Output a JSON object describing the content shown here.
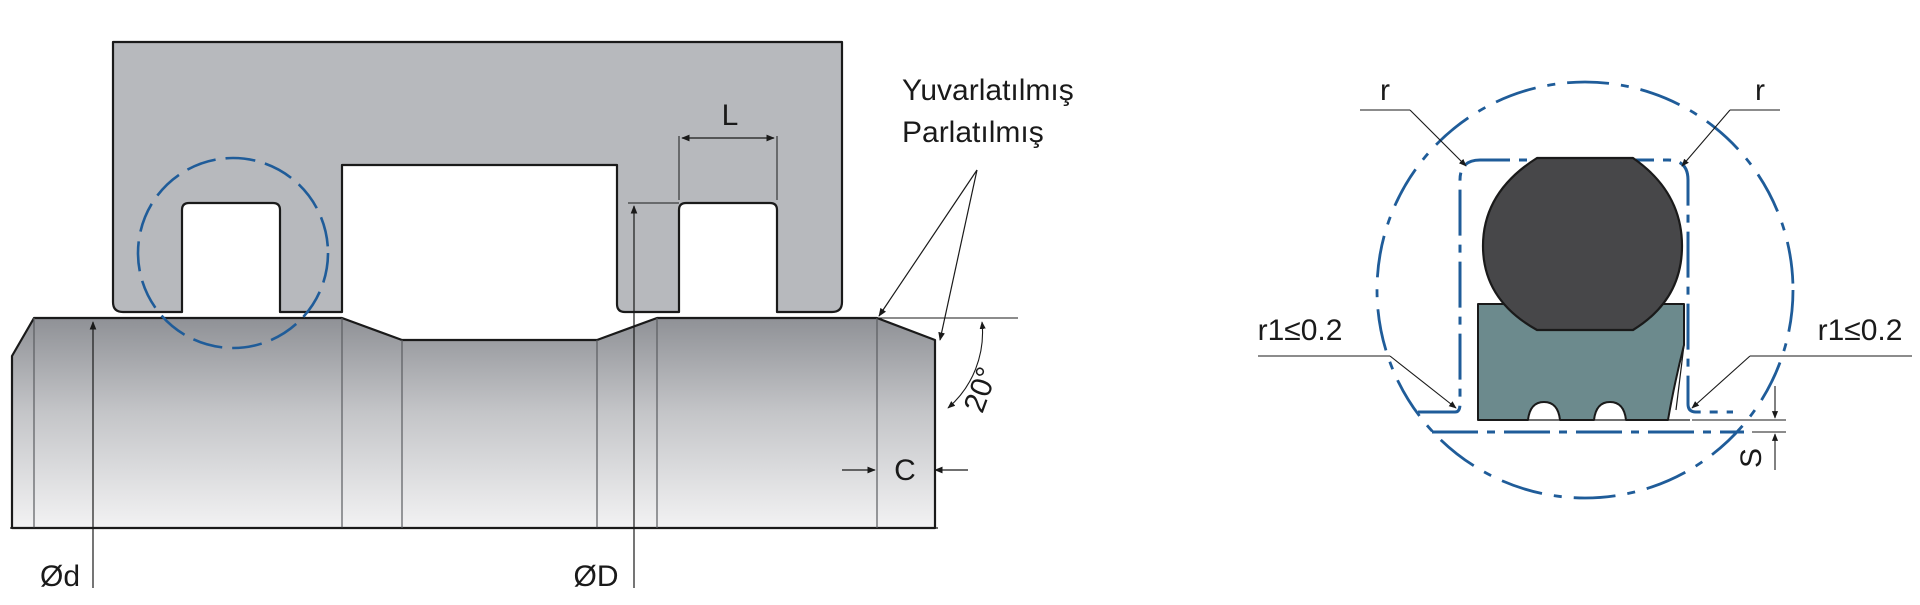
{
  "left_view": {
    "label_L": "L",
    "label_finish_line1": "Yuvarlatılmış",
    "label_finish_line2": "Parlatılmış",
    "label_angle": "20°",
    "label_C": "C",
    "label_d": "Ød",
    "label_D": "ØD"
  },
  "right_view": {
    "label_r_left": "r",
    "label_r_right": "r",
    "label_r1_left": "r1≤0.2",
    "label_r1_right": "r1≤0.2",
    "label_S": "S"
  },
  "colors": {
    "housing": "#b7b9bd",
    "rod_top": "#8f9196",
    "rod_bottom": "#f2f2f3",
    "detail_circle": "#1f5c99",
    "oring": "#474749",
    "backup_ring": "#6c8a8d",
    "outline": "#1a1a1a"
  }
}
